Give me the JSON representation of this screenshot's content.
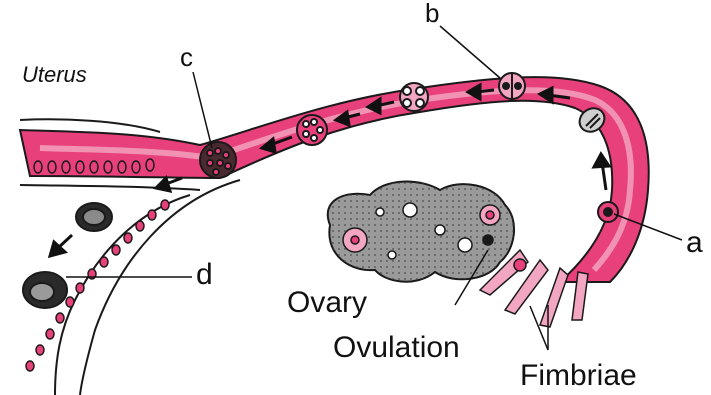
{
  "labels": {
    "uterus": "Uterus",
    "a": "a",
    "b": "b",
    "c": "c",
    "d": "d",
    "ovary": "Ovary",
    "ovulation": "Ovulation",
    "fimbriae": "Fimbriae"
  },
  "colors": {
    "tube_fill": "#e8407a",
    "tube_light": "#f2a6c2",
    "outline": "#1a1a1a",
    "ovary_fill": "#9a9a9a",
    "arrow": "#111111"
  },
  "icons": {
    "arrow": "left-arrow-icon",
    "egg": "egg-cell-icon"
  }
}
